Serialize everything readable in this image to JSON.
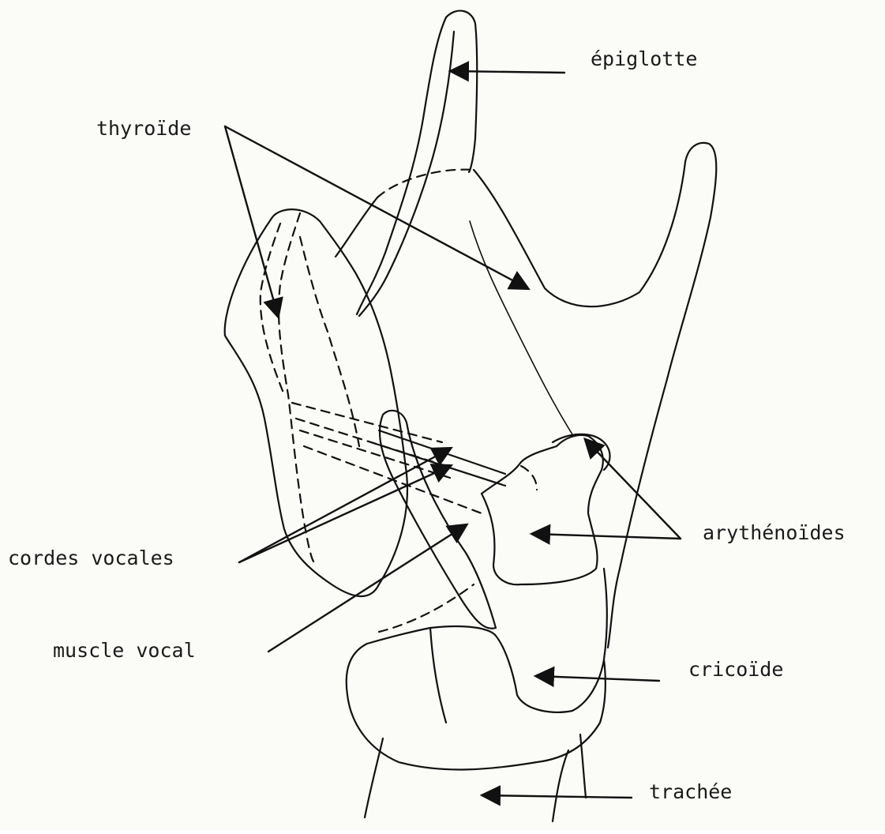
{
  "labels": {
    "epiglotte": "épiglotte",
    "thyroide": "thyroïde",
    "cordes_vocales": "cordes vocales",
    "muscle_vocal": "muscle vocal",
    "arythenoides": "arythénoïdes",
    "cricoide": "cricoïde",
    "trachee": "trachée"
  },
  "colors": {
    "ink": "#111111",
    "paper": "#fbfbf8"
  }
}
